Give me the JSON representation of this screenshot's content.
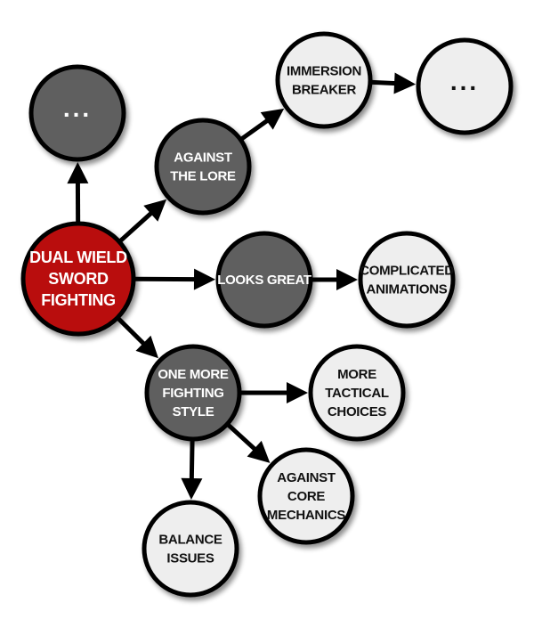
{
  "colors": {
    "root_fill": "#b90d0d",
    "dark_fill": "#5f5f5f",
    "light_fill": "#eeeeee",
    "dark_text": "#ffffff",
    "light_text": "#111111",
    "stroke": "#000000"
  },
  "nodes": [
    {
      "id": "root",
      "style": "root",
      "lines": [
        "DUAL WIELD",
        "SWORD",
        "FIGHTING"
      ]
    },
    {
      "id": "more-top",
      "style": "dark",
      "lines": [
        "..."
      ]
    },
    {
      "id": "against-lore",
      "style": "dark",
      "lines": [
        "AGAINST",
        "THE LORE"
      ]
    },
    {
      "id": "immersion-breaker",
      "style": "light",
      "lines": [
        "IMMERSION",
        "BREAKER"
      ]
    },
    {
      "id": "more-right",
      "style": "light",
      "lines": [
        "..."
      ]
    },
    {
      "id": "looks-great",
      "style": "dark",
      "lines": [
        "LOOKS GREAT"
      ]
    },
    {
      "id": "complicated-animations",
      "style": "light",
      "lines": [
        "COMPLICATED",
        "ANIMATIONS"
      ]
    },
    {
      "id": "one-more-fighting-style",
      "style": "dark",
      "lines": [
        "ONE MORE",
        "FIGHTING",
        "STYLE"
      ]
    },
    {
      "id": "more-tactical-choices",
      "style": "light",
      "lines": [
        "MORE",
        "TACTICAL",
        "CHOICES"
      ]
    },
    {
      "id": "against-core-mechanics",
      "style": "light",
      "lines": [
        "AGAINST",
        "CORE",
        "MECHANICS"
      ]
    },
    {
      "id": "balance-issues",
      "style": "light",
      "lines": [
        "BALANCE",
        "ISSUES"
      ]
    }
  ],
  "edges": [
    {
      "from": "root",
      "to": "more-top"
    },
    {
      "from": "root",
      "to": "against-lore"
    },
    {
      "from": "root",
      "to": "looks-great"
    },
    {
      "from": "root",
      "to": "one-more-fighting-style"
    },
    {
      "from": "against-lore",
      "to": "immersion-breaker"
    },
    {
      "from": "immersion-breaker",
      "to": "more-right"
    },
    {
      "from": "looks-great",
      "to": "complicated-animations"
    },
    {
      "from": "one-more-fighting-style",
      "to": "more-tactical-choices"
    },
    {
      "from": "one-more-fighting-style",
      "to": "against-core-mechanics"
    },
    {
      "from": "one-more-fighting-style",
      "to": "balance-issues"
    }
  ]
}
